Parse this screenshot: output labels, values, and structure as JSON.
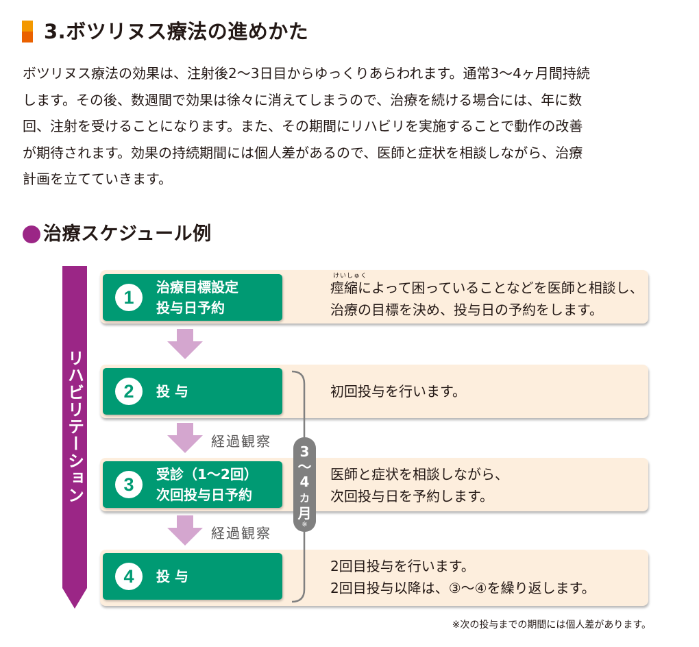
{
  "heading": {
    "title": "3.ボツリヌス療法の進めかた"
  },
  "intro": {
    "lines": [
      "ボツリヌス療法の効果は、注射後2～3日目からゆっくりあらわれます。通常3～4ヶ月間持続",
      "します。その後、数週間で効果は徐々に消えてしまうので、治療を続ける場合には、年に数",
      "回、注射を受けることになります。また、その期間にリハビリを実施することで動作の改善",
      "が期待されます。効果の持続期間には個人差があるので、医師と症状を相談しながら、治療",
      "計画を立てていきます。"
    ]
  },
  "schedule": {
    "title": "治療スケジュール例",
    "rehab_label": "リハビリテーション",
    "elapsed_label": "経過観察",
    "period": {
      "line1": "3",
      "line2": "～",
      "line3": "4",
      "line4": "カ",
      "line5": "月",
      "mark": "※"
    },
    "steps": [
      {
        "number": "1",
        "title_line1": "治療目標設定",
        "title_line2": "投与日予約",
        "ruby": "けいしゅく",
        "desc_line1": "痙縮によって困っていることなどを医師と相談し、",
        "desc_line2": "治療の目標を決め、投与日の予約をします。"
      },
      {
        "number": "2",
        "title_line1": "投 与",
        "desc_line1": "初回投与を行います。"
      },
      {
        "number": "3",
        "title_line1": "受診（1～2回）",
        "title_line2": "次回投与日予約",
        "desc_line1": "医師と症状を相談しながら、",
        "desc_line2": "次回投与日を予約します。"
      },
      {
        "number": "4",
        "title_line1": "投 与",
        "desc_line1": "2回目投与を行います。",
        "desc_line2": "2回目投与以降は、③～④を繰り返します。"
      }
    ],
    "footnote": "※次の投与までの期間には個人差があります。"
  },
  "colors": {
    "heading_accent": "#f39800",
    "purple": "#9b2686",
    "step_green": "#009a73",
    "row_beige": "#fdeedd",
    "arrow_pink": "#d4a6cf",
    "period_gray": "#808080"
  }
}
